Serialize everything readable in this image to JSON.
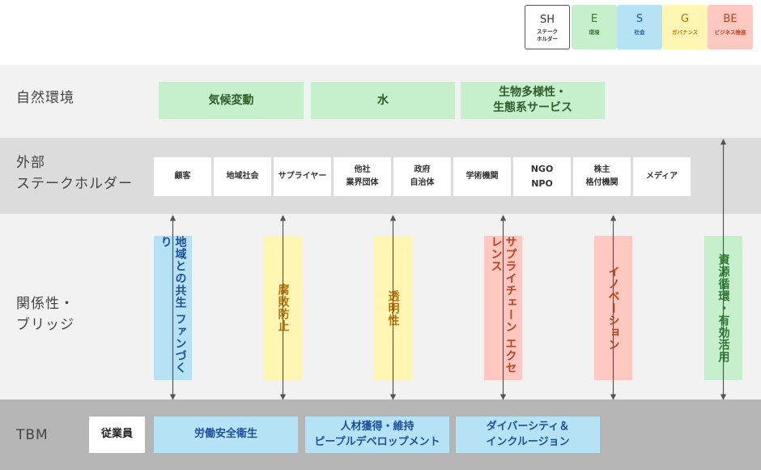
{
  "legend": [
    {
      "code": "SH",
      "desc": "ステーク\nホルダー"
    },
    {
      "code": "E",
      "desc": "環境"
    },
    {
      "code": "S",
      "desc": "社会"
    },
    {
      "code": "G",
      "desc": "ガバナンス"
    },
    {
      "code": "BE",
      "desc": "ビジネス推進"
    }
  ],
  "rows": {
    "nature": {
      "label": "自然環境",
      "items": [
        "気候変動",
        "水",
        "生物多様性・\n生態系サービス"
      ]
    },
    "external": {
      "label": "外部\nステークホルダー",
      "items": [
        "顧客",
        "地域社会",
        "サプライヤー",
        "他社\n業界団体",
        "政府\n自治体",
        "学術機関",
        "NGO\nNPO",
        "株主\n格付機関",
        "メディア"
      ]
    },
    "bridge": {
      "label": "関係性・\nブリッジ",
      "items": [
        "地域との共生\nファンづくり",
        "腐敗防止",
        "透明性",
        "サプライチェーン\nエクセレンス",
        "イノベーション",
        "資源循環・有効活用"
      ]
    },
    "tbm": {
      "label": "TBM",
      "items": [
        "従業員",
        "労働安全衛生",
        "人材獲得・維持\nピープルデベロップメント",
        "ダイバーシティ＆\nインクルージョン"
      ]
    }
  }
}
